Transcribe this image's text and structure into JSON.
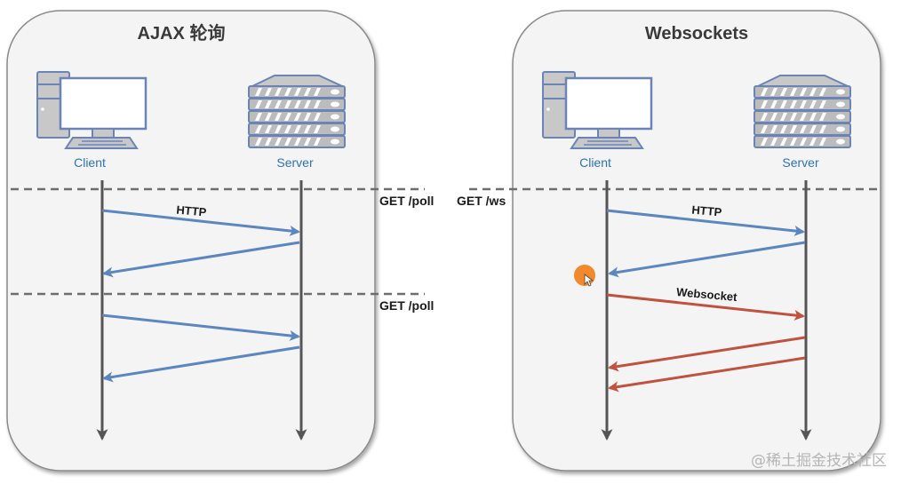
{
  "panels": [
    {
      "title": "AJAX 轮询",
      "client_label": "Client",
      "server_label": "Server",
      "messages": [
        {
          "label": "HTTP",
          "direction": "client-to-server",
          "color": "#5b86c0"
        },
        {
          "label": "",
          "direction": "server-to-client",
          "color": "#5b86c0"
        },
        {
          "label": "",
          "direction": "client-to-server",
          "color": "#5b86c0"
        },
        {
          "label": "",
          "direction": "server-to-client",
          "color": "#5b86c0"
        }
      ],
      "request_labels": [
        "GET /poll",
        "GET /poll"
      ]
    },
    {
      "title": "Websockets",
      "client_label": "Client",
      "server_label": "Server",
      "messages": [
        {
          "label": "HTTP",
          "direction": "client-to-server",
          "color": "#5b86c0"
        },
        {
          "label": "",
          "direction": "server-to-client",
          "color": "#5b86c0"
        },
        {
          "label": "Websocket",
          "direction": "client-to-server",
          "color": "#c0523f"
        },
        {
          "label": "",
          "direction": "server-to-client",
          "color": "#c0523f"
        },
        {
          "label": "",
          "direction": "server-to-client",
          "color": "#c0523f"
        }
      ],
      "request_labels": [
        "GET /ws"
      ]
    }
  ],
  "colors": {
    "panel_fill": "#f4f4f4",
    "panel_stroke": "#8a8a8a",
    "lifeline": "#555555",
    "dash": "#6e6e6e",
    "http_arrow": "#5b86c0",
    "ws_arrow": "#c0523f",
    "icon_fill": "#c8c8c8",
    "icon_stroke": "#6a84b8",
    "cursor_dot": "#f08a2c"
  },
  "watermark": "@稀土掘金技术社区"
}
